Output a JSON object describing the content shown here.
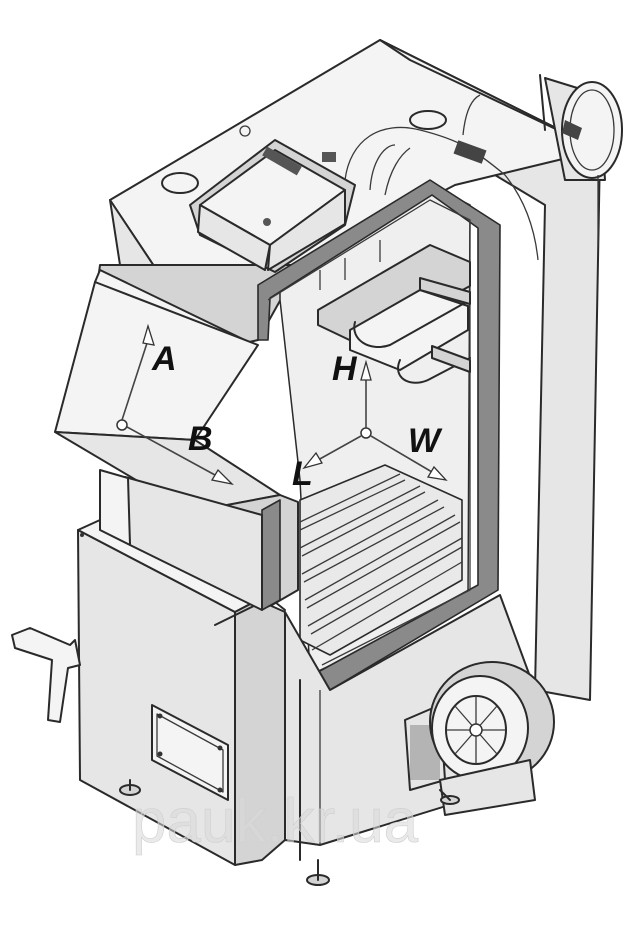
{
  "diagram": {
    "labels": {
      "a": "A",
      "b": "B",
      "h": "H",
      "w": "W",
      "l": "L"
    },
    "watermark": "pauk.kr.ua"
  }
}
